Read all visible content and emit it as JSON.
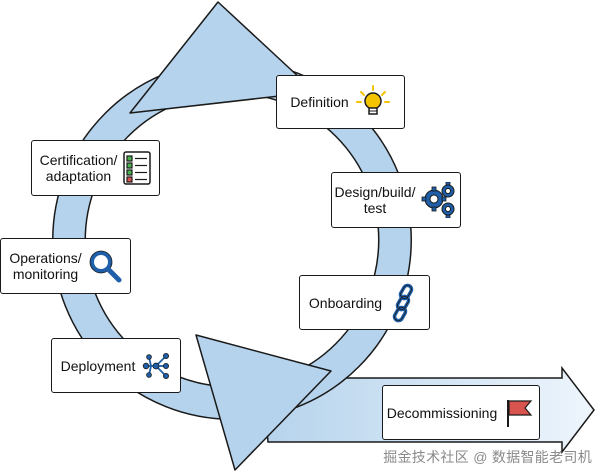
{
  "stages": [
    {
      "id": "definition",
      "label": "Definition",
      "icon": "lightbulb-icon"
    },
    {
      "id": "design",
      "label": "Design/build/\ntest",
      "icon": "gears-icon"
    },
    {
      "id": "onboarding",
      "label": "Onboarding",
      "icon": "chain-link-icon"
    },
    {
      "id": "deployment",
      "label": "Deployment",
      "icon": "network-nodes-icon"
    },
    {
      "id": "operations",
      "label": "Operations/\nmonitoring",
      "icon": "magnifier-icon"
    },
    {
      "id": "certification",
      "label": "Certification/\nadaptation",
      "icon": "checklist-icon"
    },
    {
      "id": "decommissioning",
      "label": "Decommissioning",
      "icon": "red-flag-icon"
    }
  ],
  "watermark": "掘金技术社区 @ 数据智能老司机",
  "colors": {
    "arrow_fill": "#b5d3ec",
    "arrow_stroke": "#1a1a1a",
    "exit_arrow_light": "#eef5fc",
    "lightbulb": "#f5c400",
    "gear": "#1f5ea8",
    "flag": "#d9534f"
  }
}
